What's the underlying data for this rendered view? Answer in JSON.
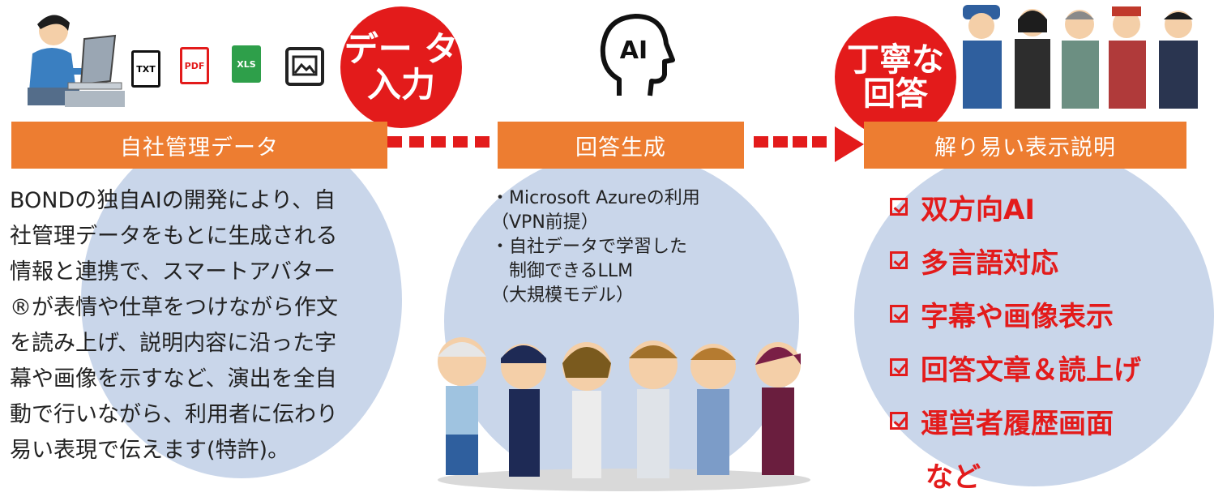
{
  "stages": {
    "left_header": "自社管理データ",
    "middle_header": "回答生成",
    "right_header": "解り易い表示説明"
  },
  "badges": {
    "input": [
      "デー タ",
      "入力"
    ],
    "answer": [
      "丁寧な",
      "回答"
    ]
  },
  "file_icons": {
    "txt": "TXT",
    "pdf": "PDF",
    "xls": "XLS"
  },
  "ai_icon": "AI",
  "left_description": [
    "BONDの独自AIの開発により、自",
    "社管理データをもとに生成される",
    "情報と連携で、スマートアバター",
    "®が表情や仕草をつけながら作文",
    "を読み上げ、説明内容に沿った字",
    "幕や画像を示すなど、演出を全自",
    "動で行いながら、利用者に伝わり",
    "易い表現で伝えます(特許)。"
  ],
  "middle_notes": [
    "・Microsoft Azureの利用",
    "（VPN前提）",
    "・自社データで学習した",
    "　制御できるLLM",
    "（大規模モデル）"
  ],
  "features": [
    "双方向AI",
    "多言語対応",
    "字幕や画像表示",
    "回答文章＆読上げ",
    "運営者履歴画面",
    "など"
  ],
  "colors": {
    "orange": "#ed7d31",
    "red": "#e31b1b",
    "circle": "#c9d6ea"
  }
}
